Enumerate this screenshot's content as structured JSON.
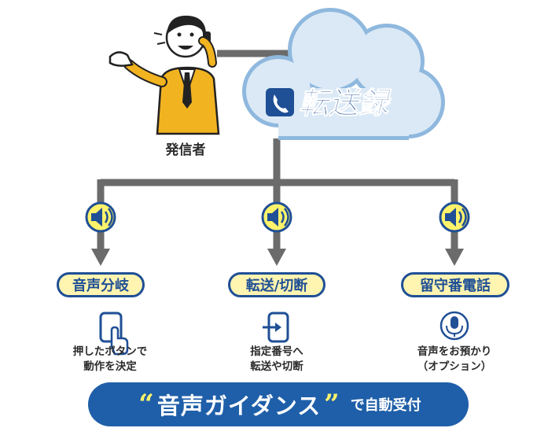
{
  "caller": {
    "label": "発信者"
  },
  "service": {
    "name": "転送録"
  },
  "branches": [
    {
      "title": "音声分岐",
      "icon": "touch-phone-icon",
      "caption_line1": "押したボタンで",
      "caption_line2": "動作を決定"
    },
    {
      "title": "転送/切断",
      "icon": "transfer-phone-icon",
      "caption_line1": "指定番号へ",
      "caption_line2": "転送や切断"
    },
    {
      "title": "留守番電話",
      "icon": "microphone-icon",
      "caption_line1": "音声をお預かり",
      "caption_line2": "（オプション）"
    }
  ],
  "footer": {
    "open_quote": "“",
    "highlight": "音声ガイダンス",
    "close_quote": "”",
    "suffix": "で自動受付"
  },
  "colors": {
    "connector": "#6b6b6b",
    "cloud_fill": "#dbe9f6",
    "cloud_stroke": "#8fb8de",
    "brand_blue": "#1f4f95",
    "speaker_fill": "#fff36b",
    "pill_fill": "#fff4b0",
    "banner": "#1f5fa9",
    "suit": "#f2b320"
  }
}
